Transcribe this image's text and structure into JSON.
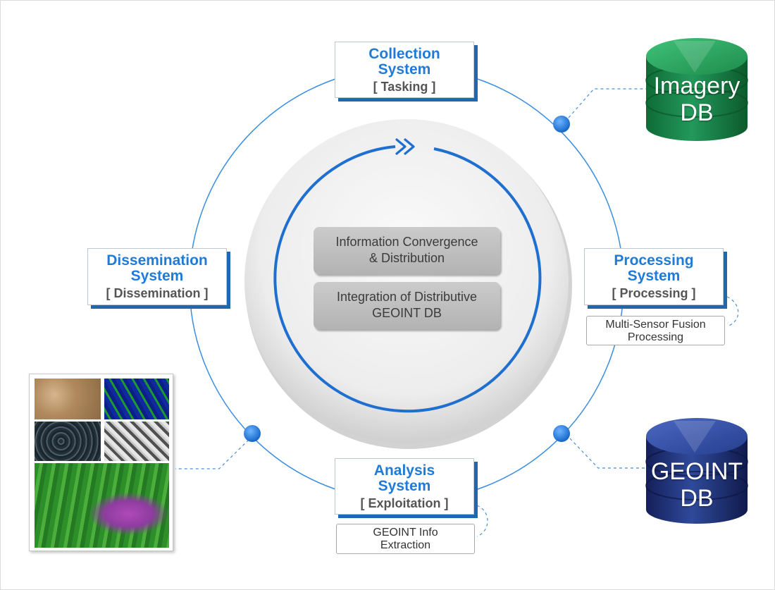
{
  "systems": {
    "collection": {
      "line1": "Collection",
      "line2": "System",
      "sub": "[ Tasking ]"
    },
    "dissemination": {
      "line1": "Dissemination",
      "line2": "System",
      "sub": "[ Dissemination ]"
    },
    "processing": {
      "line1": "Processing",
      "line2": "System",
      "sub": "[ Processing ]"
    },
    "analysis": {
      "line1": "Analysis",
      "line2": "System",
      "sub": "[ Exploitation ]"
    }
  },
  "notes": {
    "fusion": {
      "line1": "Multi-Sensor Fusion",
      "line2": "Processing"
    },
    "extraction": {
      "line1": "GEOINT Info",
      "line2": "Extraction"
    }
  },
  "center": {
    "convergence": {
      "line1": "Information Convergence",
      "line2": "& Distribution"
    },
    "integration": {
      "line1": "Integration of Distributive",
      "line2": "GEOINT DB"
    }
  },
  "databases": {
    "imagery": {
      "line1": "Imagery",
      "line2": "DB",
      "color": "#1f8a4c"
    },
    "geoint": {
      "line1": "GEOINT",
      "line2": "DB",
      "color": "#24428a"
    }
  },
  "colors": {
    "accent": "#1f7bd6",
    "ring": "#3a8ee0",
    "box_shadow": "#1f67b3"
  }
}
